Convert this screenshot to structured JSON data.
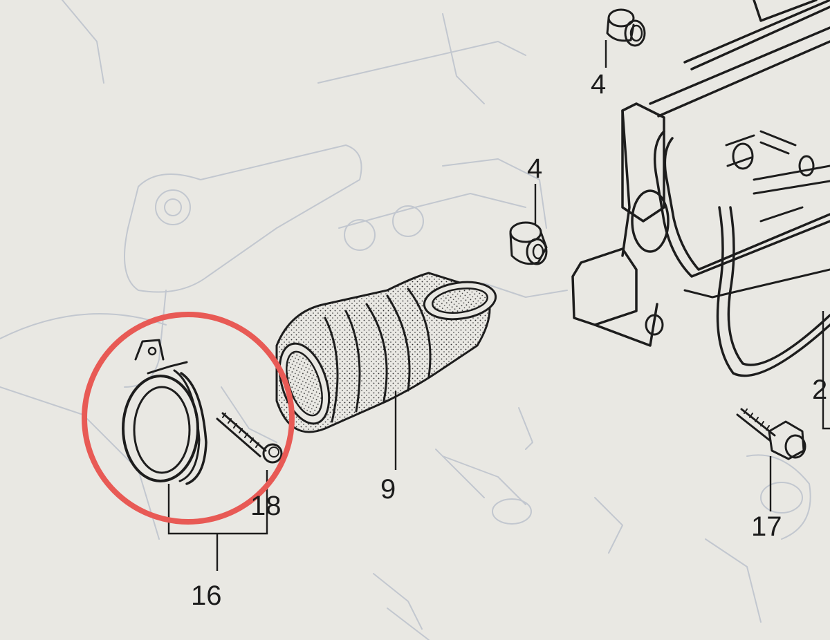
{
  "diagram": {
    "kind": "exploded-parts-diagram",
    "colors": {
      "paper": "#e9e8e3",
      "ink": "#1d1d1d",
      "ghost_lines": "#c2c7cf",
      "highlight_circle": "#e85a55"
    },
    "callouts": {
      "top_nut": "4",
      "mid_nut": "4",
      "hose": "9",
      "clamp_screw": "18",
      "clamp_assembly": "16",
      "right_bolt": "17",
      "right_edge": "2"
    },
    "highlight": {
      "target": "clamp_assembly",
      "shape": "circle"
    }
  }
}
